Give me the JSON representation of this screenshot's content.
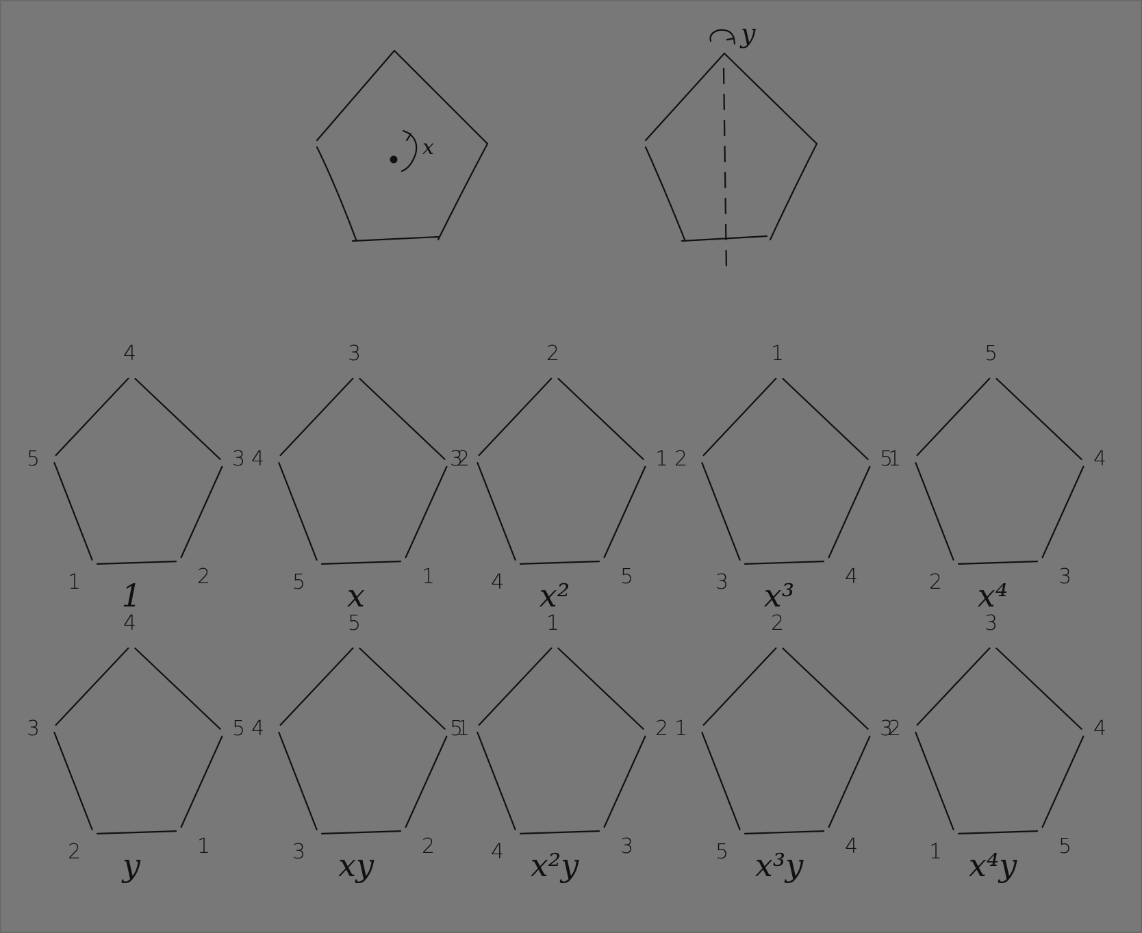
{
  "header": {
    "rotation_label": "x",
    "reflection_label": "y"
  },
  "elements": [
    {
      "label": "1",
      "vertices": [
        "4",
        "3",
        "2",
        "1",
        "5"
      ]
    },
    {
      "label": "x",
      "vertices": [
        "3",
        "2",
        "1",
        "5",
        "4"
      ]
    },
    {
      "label": "x²",
      "vertices": [
        "2",
        "1",
        "5",
        "4",
        "3"
      ]
    },
    {
      "label": "x³",
      "vertices": [
        "1",
        "5",
        "4",
        "3",
        "2"
      ]
    },
    {
      "label": "x⁴",
      "vertices": [
        "5",
        "4",
        "3",
        "2",
        "1"
      ]
    },
    {
      "label": "y",
      "vertices": [
        "4",
        "5",
        "1",
        "2",
        "3"
      ]
    },
    {
      "label": "xy",
      "vertices": [
        "5",
        "1",
        "2",
        "3",
        "4"
      ]
    },
    {
      "label": "x²y",
      "vertices": [
        "1",
        "2",
        "3",
        "4",
        "5"
      ]
    },
    {
      "label": "x³y",
      "vertices": [
        "2",
        "3",
        "4",
        "5",
        "1"
      ]
    },
    {
      "label": "x⁴y",
      "vertices": [
        "3",
        "4",
        "5",
        "1",
        "2"
      ]
    }
  ]
}
